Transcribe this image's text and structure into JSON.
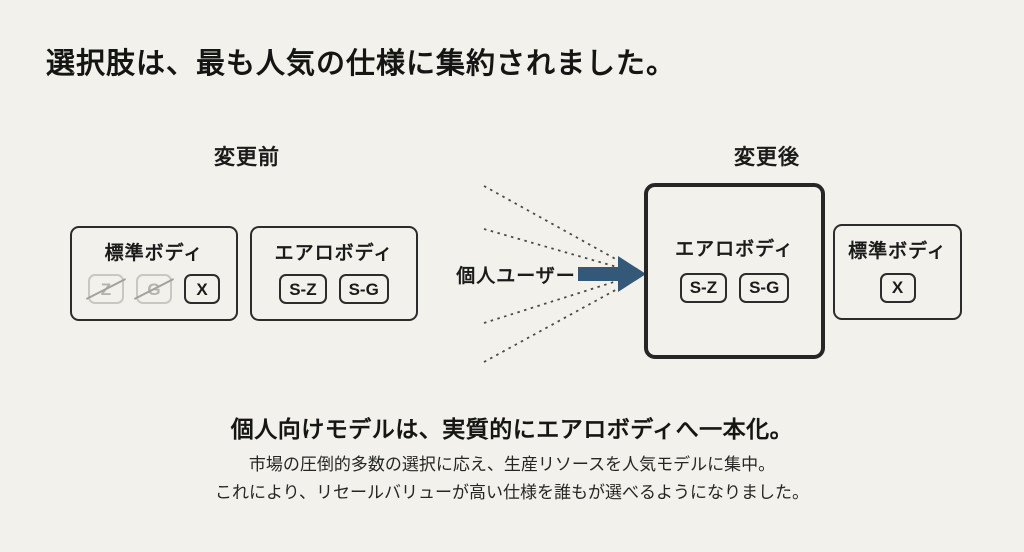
{
  "page": {
    "title": "選択肢は、最も人気の仕様に集約されました。",
    "background_color": "#f2f1ec",
    "border_color": "#2c2c2c",
    "muted_color": "#b5b4ac",
    "arrow_color": "#345878"
  },
  "before": {
    "header": "変更前",
    "boxes": [
      {
        "label": "標準ボディ",
        "chips": [
          {
            "text": "Z",
            "struck": true
          },
          {
            "text": "G",
            "struck": true
          },
          {
            "text": "X",
            "struck": false
          }
        ]
      },
      {
        "label": "エアロボディ",
        "chips": [
          {
            "text": "S-Z",
            "struck": false
          },
          {
            "text": "S-G",
            "struck": false
          }
        ]
      }
    ]
  },
  "transition": {
    "label": "個人ユーザー"
  },
  "after": {
    "header": "変更後",
    "highlight_box": {
      "label": "エアロボディ",
      "chips": [
        {
          "text": "S-Z",
          "struck": false
        },
        {
          "text": "S-G",
          "struck": false
        }
      ]
    },
    "secondary_box": {
      "label": "標準ボディ",
      "chips": [
        {
          "text": "X",
          "struck": false
        }
      ]
    }
  },
  "footer": {
    "headline": "個人向けモデルは、実質的にエアロボディへ一本化。",
    "lines": [
      "市場の圧倒的多数の選択に応え、生産リソースを人気モデルに集中。",
      "これにより、リセールバリューが高い仕様を誰もが選べるようになりました。"
    ]
  }
}
